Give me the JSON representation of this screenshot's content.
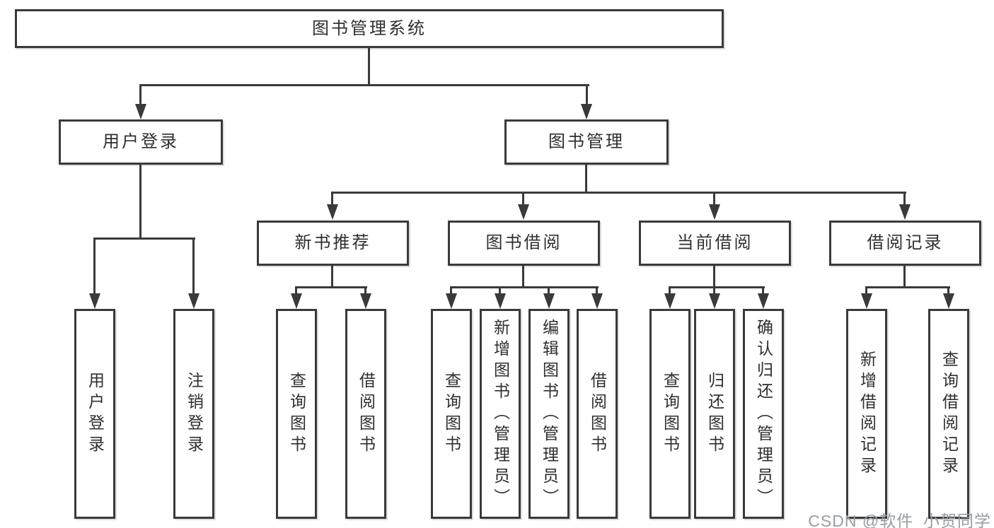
{
  "colors": {
    "background": "#ffffff",
    "line": "#3a3a3a",
    "text": "#2f2f2f",
    "watermark": "#999da2"
  },
  "watermark": {
    "text": "CSDN @软件_小贺同学"
  },
  "nodes": {
    "root": {
      "label": "图书管理系统"
    },
    "userLogin": {
      "label": "用户登录"
    },
    "bookMgmt": {
      "label": "图书管理"
    },
    "newBooks": {
      "label": "新书推荐"
    },
    "bookBorrow": {
      "label": "图书借阅"
    },
    "currentBorrow": {
      "label": "当前借阅"
    },
    "borrowRecords": {
      "label": "借阅记录"
    },
    "leafUserLogin": {
      "label": "用户登录"
    },
    "leafLogout": {
      "label": "注销登录"
    },
    "leafQueryBooksNew": {
      "label": "查询图书"
    },
    "leafBorrowBooksNew": {
      "label": "借阅图书"
    },
    "leafQueryBooksBorrow": {
      "label": "查询图书"
    },
    "leafAddBookAdmin": {
      "label": "新增图书（管理员）"
    },
    "leafEditBookAdmin": {
      "label": "编辑图书（管理员）"
    },
    "leafBorrowBooksBorrow": {
      "label": "借阅图书"
    },
    "leafQueryBooksCurrent": {
      "label": "查询图书"
    },
    "leafReturnBooks": {
      "label": "归还图书"
    },
    "leafConfirmReturnAdmin": {
      "label": "确认归还（管理员）"
    },
    "leafAddBorrowRecord": {
      "label": "新增借阅记录"
    },
    "leafQueryBorrowRecord": {
      "label": "查询借阅记录"
    }
  }
}
